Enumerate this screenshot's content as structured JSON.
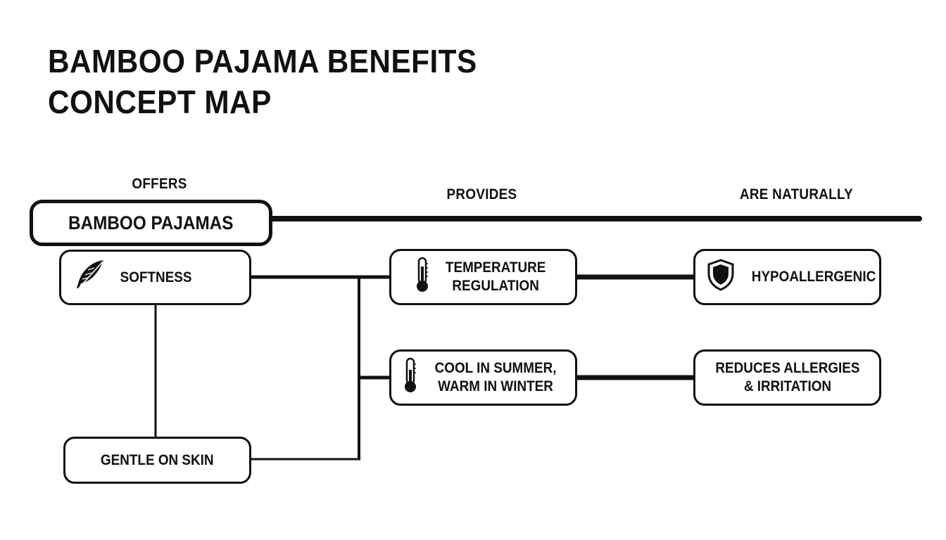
{
  "title": {
    "line1": "BAMBOO PAJAMA BENEFITS",
    "line2": "CONCEPT MAP"
  },
  "edge_labels": {
    "offers": "OFFERS",
    "provides": "PROVIDES",
    "are_naturally": "ARE NATURALLY"
  },
  "nodes": {
    "bamboo_pajamas": {
      "label": "BAMBOO PAJAMAS"
    },
    "softness": {
      "label": "SOFTNESS",
      "icon": "feather-icon"
    },
    "gentle_on_skin": {
      "label": "GENTLE ON SKIN"
    },
    "temperature_regulation": {
      "label": "TEMPERATURE\nREGULATION",
      "icon": "thermometer-icon"
    },
    "cool_warm": {
      "label": "COOL IN SUMMER,\nWARM IN WINTER",
      "icon": "thermometer-icon"
    },
    "hypoallergenic": {
      "label": "HYPOALLERGENIC",
      "icon": "shield-icon"
    },
    "reduces_allergies": {
      "label": "REDUCES ALLERGIES\n& IRRITATION"
    }
  },
  "colors": {
    "ink": "#111111",
    "background": "#ffffff"
  }
}
